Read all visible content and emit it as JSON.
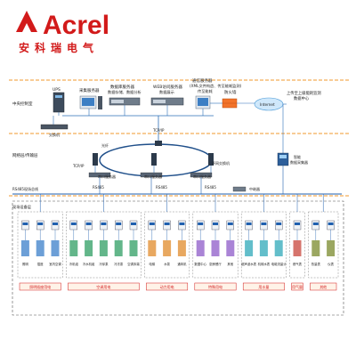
{
  "brand": {
    "logo_text": "Acrel",
    "logo_text_chinese": "安科瑞电气",
    "color": "#d21a1a"
  },
  "layers": {
    "central": "中央控制室",
    "network": "网络层/传输层",
    "bus": "RS485现场总线",
    "field": "现场设备层"
  },
  "central": {
    "ups": "UPS",
    "acquisition_server": "采集服务器",
    "database_server": "数据库服务器",
    "database_sub": "数据存储、数据分析",
    "web_server": "WEB访问服务器",
    "web_sub": "数据展示",
    "comm_server": "通信服务器",
    "comm_sub": "(XML文件构造、传至能耗监测)",
    "comm_sub2": "传至能耗",
    "firewall": "防火墙",
    "internet": "Internet",
    "upload": "上传至上级能耗监测",
    "upload2": "数据中心",
    "switch": "交换机",
    "tcpip": "TCP/IP"
  },
  "network": {
    "fiber_ring": "光纤",
    "tcpip_left": "TCP/IP",
    "ring": "环网交换机",
    "serial_server_1": "串口服务器",
    "serial_server_2": "串口服务器",
    "serial_server_3": "串口服务器",
    "rs485_1": "RS485",
    "rs485_2": "RS485",
    "rs485_3": "RS485",
    "smart_collector": "智能",
    "smart_collector2": "数据采集器",
    "relay": "中继器"
  },
  "field_groups": [
    {
      "name": "照明插座用电",
      "devices": [
        "照明",
        "插座",
        "室内空调"
      ]
    },
    {
      "name": "空调用电",
      "devices": [
        "冷机组",
        "冷水机组",
        "冷却泵",
        "冷冻泵",
        "空调末端"
      ]
    },
    {
      "name": "动力用电",
      "devices": [
        "电梯",
        "水泵",
        "通风机"
      ]
    },
    {
      "name": "特殊用电",
      "devices": [
        "数据中心",
        "厨房餐厅",
        "其他"
      ]
    },
    {
      "name": "用水量",
      "devices": [
        "超声波水表",
        "机械水表",
        "电磁流量计"
      ]
    },
    {
      "name": "用气量",
      "devices": [
        "燃气表"
      ]
    },
    {
      "name": "其他",
      "devices": [
        "热量表",
        "仪表"
      ]
    }
  ]
}
